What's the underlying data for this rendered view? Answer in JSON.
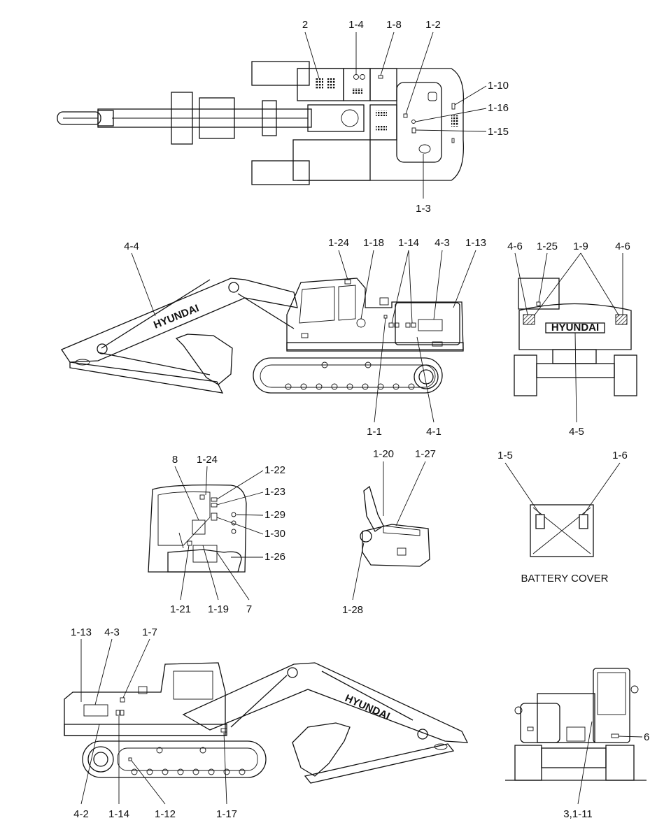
{
  "views": {
    "top": {
      "labels": [
        "2",
        "1-4",
        "1-8",
        "1-2",
        "1-10",
        "1-16",
        "1-15",
        "1-3"
      ]
    },
    "left_side": {
      "labels": [
        "4-4",
        "1-24",
        "1-18",
        "1-14",
        "4-3",
        "1-13",
        "1-1",
        "4-1"
      ],
      "boom_brand": "HYUNDAI"
    },
    "rear": {
      "labels": [
        "4-6",
        "1-25",
        "1-9",
        "4-6",
        "4-5"
      ],
      "counterweight_brand": "HYUNDAI"
    },
    "cab_interior": {
      "labels": [
        "8",
        "1-24",
        "1-22",
        "1-23",
        "1-29",
        "1-30",
        "1-26",
        "1-21",
        "1-19",
        "7"
      ]
    },
    "control_stand": {
      "labels": [
        "1-20",
        "1-27",
        "1-28"
      ]
    },
    "battery_cover": {
      "labels": [
        "1-5",
        "1-6"
      ],
      "caption": "BATTERY COVER"
    },
    "right_side": {
      "labels": [
        "1-13",
        "4-3",
        "1-7",
        "4-2",
        "1-14",
        "1-12",
        "1-17"
      ],
      "boom_brand": "HYUNDAI"
    },
    "front": {
      "labels": [
        "6",
        "3,1-11"
      ]
    }
  }
}
